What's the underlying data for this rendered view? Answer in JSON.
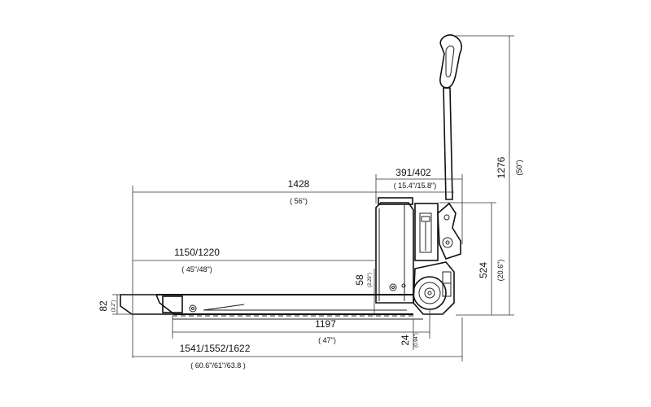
{
  "dimensions": {
    "overall_height": {
      "value": "1276",
      "inch": "(50\")"
    },
    "handle_offset": {
      "value": "391/402",
      "inch": "( 15.4\"/15.8\")"
    },
    "top_length": {
      "value": "1428",
      "inch": "( 56\")"
    },
    "fork_length": {
      "value": "1150/1220",
      "inch": "( 45\"/48\")"
    },
    "body_height": {
      "value": "524",
      "inch": "(20.6\")"
    },
    "fork_lowered": {
      "value": "58",
      "inch": "(2.29\")"
    },
    "fork_raised": {
      "value": "82",
      "inch": "(3.2\")"
    },
    "wheelbase": {
      "value": "1197",
      "inch": "( 47\")"
    },
    "ground_clearance": {
      "value": "24",
      "inch": "(0.94\")"
    },
    "total_length": {
      "value": "1541/1552/1622",
      "inch": "( 60.6\"/61\"/63.8 )"
    }
  }
}
